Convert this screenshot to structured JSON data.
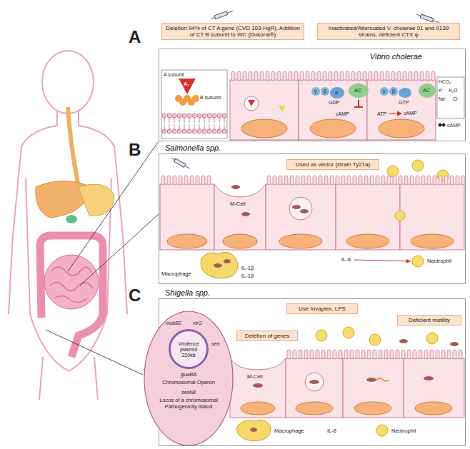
{
  "diagram": {
    "nodes": [
      {
        "text": [
          "Deletion 94% of CT A gene (CVD 103-HgR), Addition of CT B subunit to WC (Dukoral®)"
        ]
      },
      {
        "text": [
          "Inactivated/Attenuated V. cholerae 01 and 0139 strains, deficient CTX φ"
        ]
      },
      {
        "text": [
          "Vibrio cholerae"
        ]
      },
      {
        "text": [
          "Salmonella spp."
        ]
      },
      {
        "text": [
          "Used as vector (strain Ty21a)"
        ],
        "in": 3
      },
      {
        "text": [
          "Shigella spp."
        ]
      },
      {
        "text": [
          "Use Invaplex, LPS"
        ],
        "in": 5
      },
      {
        "text": [
          "Deficient motility"
        ],
        "in": 5
      },
      {
        "text": [
          "Deletion of genes"
        ],
        "in": 5
      },
      {
        "text": [
          "guaBA",
          "Chromosomal Operon",
          "setAB",
          "Locos of a chromosomal Pathogenicity island"
        ],
        "in": 5
      },
      {
        "text": [
          "Virulence plasmid 220kb"
        ],
        "in": 9
      }
    ],
    "labels": [
      "A",
      "A subunit",
      "A₁",
      "B subunit",
      "γ",
      "β",
      "α",
      "GDP",
      "AC",
      "cAMP",
      "ATP",
      "γ",
      "β",
      "GTP",
      "AC",
      "cAMP",
      "HCO₃⁻",
      "K⁺",
      "H₂O",
      "Na⁺",
      "Cl⁻",
      "cAMP",
      "B",
      "M-Cell",
      "Macrophage",
      "IL-1β",
      "IL-18",
      "IL-8",
      "Neutrophil",
      "C",
      "M-Cell",
      "Macrophage",
      "IL-8",
      "Neutrophil",
      "msbB2",
      "virG",
      "sen"
    ]
  }
}
